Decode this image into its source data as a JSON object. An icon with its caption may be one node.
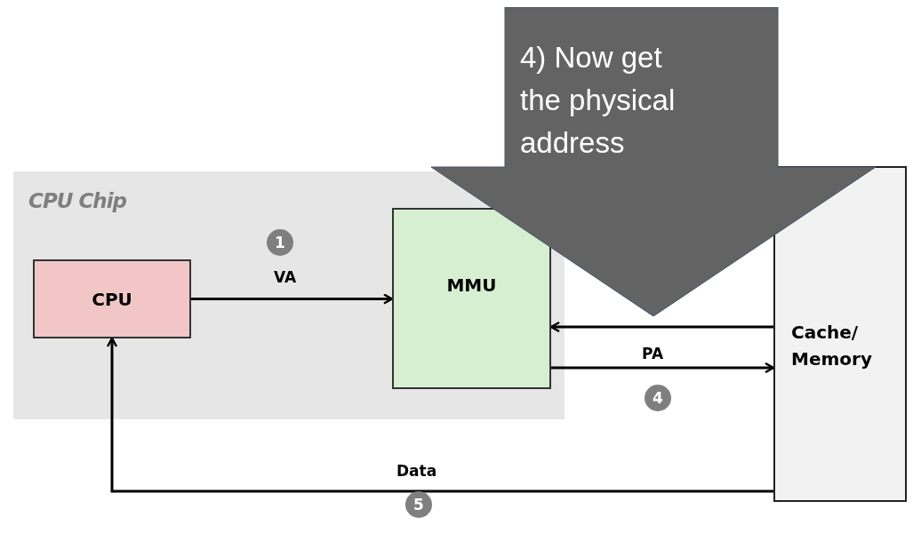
{
  "diagram": {
    "nodes": [
      {
        "text": [
          "CPU Chip"
        ]
      },
      {
        "text": [
          "CPU"
        ],
        "in": 0
      },
      {
        "text": [
          "MMU"
        ],
        "in": 0
      },
      {
        "text": [
          "Cache/ Memory"
        ]
      },
      {
        "text": [
          "4) Now get the physical address"
        ]
      }
    ],
    "edges": [
      {
        "from": 1,
        "to": 2,
        "arrow": "to",
        "label": "VA"
      },
      {
        "from": 3,
        "to": 2,
        "arrow": "to"
      },
      {
        "from": 2,
        "to": 3,
        "arrow": "to",
        "label": "PA"
      },
      {
        "from": 3,
        "to": 1,
        "arrow": "to",
        "label": "Data"
      }
    ],
    "labels": [
      "1",
      "4",
      "5"
    ]
  }
}
